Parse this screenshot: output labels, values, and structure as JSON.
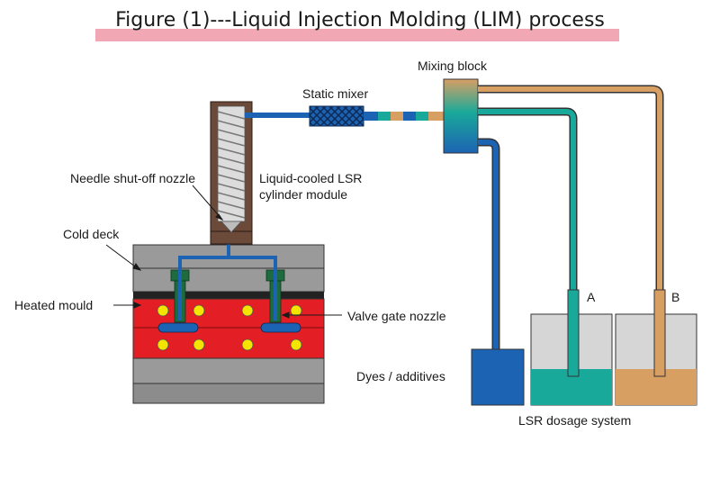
{
  "title": "Figure (1)---Liquid Injection Molding (LIM) process",
  "labels": {
    "mixing_block": "Mixing block",
    "static_mixer": "Static mixer",
    "needle_nozzle": "Needle shut-off nozzle",
    "cylinder_line1": "Liquid-cooled LSR",
    "cylinder_line2": "cylinder module",
    "cold_deck": "Cold deck",
    "heated_mould": "Heated mould",
    "valve_gate": "Valve gate nozzle",
    "dyes": "Dyes / additives",
    "tank_a": "A",
    "tank_b": "B",
    "dosage_system": "LSR dosage system"
  },
  "colors": {
    "blue": "#1d63b3",
    "teal": "#19a99a",
    "tan": "#d89f63",
    "mould_red": "#e31e24",
    "mould_gray": "#8c8c8c",
    "cold_deck_green": "#1d6b3e",
    "title_highlight": "#f2a7b5"
  }
}
